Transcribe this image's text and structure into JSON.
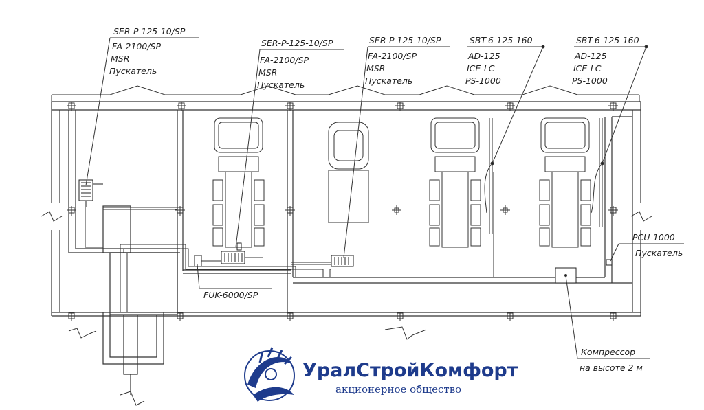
{
  "labels": {
    "ser1": {
      "l1": "SER-P-125-10/SP",
      "l2": "FA-2100/SP",
      "l3": "MSR",
      "l4": "Пускатель"
    },
    "ser2": {
      "l1": "SER-P-125-10/SP",
      "l2": "FA-2100/SP",
      "l3": "MSR",
      "l4": "Пускатель"
    },
    "ser3": {
      "l1": "SER-P-125-10/SP",
      "l2": "FA-2100/SP",
      "l3": "MSR",
      "l4": "Пускатель"
    },
    "sbt1": {
      "l1": "SBT-6-125-160",
      "l2": "AD-125",
      "l3": "ICE-LC",
      "l4": "PS-1000"
    },
    "sbt2": {
      "l1": "SBT-6-125-160",
      "l2": "AD-125",
      "l3": "ICE-LC",
      "l4": "PS-1000"
    },
    "pcu": {
      "l1": "PCU-1000",
      "l2": "Пускатель"
    },
    "fuk": "FUK-6000/SP",
    "compressor": {
      "l1": "Компрессор",
      "l2": "на высоте 2 м"
    }
  },
  "logo": {
    "name": "УралСтройКомфорт",
    "subtitle": "акционерное общество"
  },
  "colors": {
    "line": "#333333",
    "logo": "#1e3b8c"
  }
}
